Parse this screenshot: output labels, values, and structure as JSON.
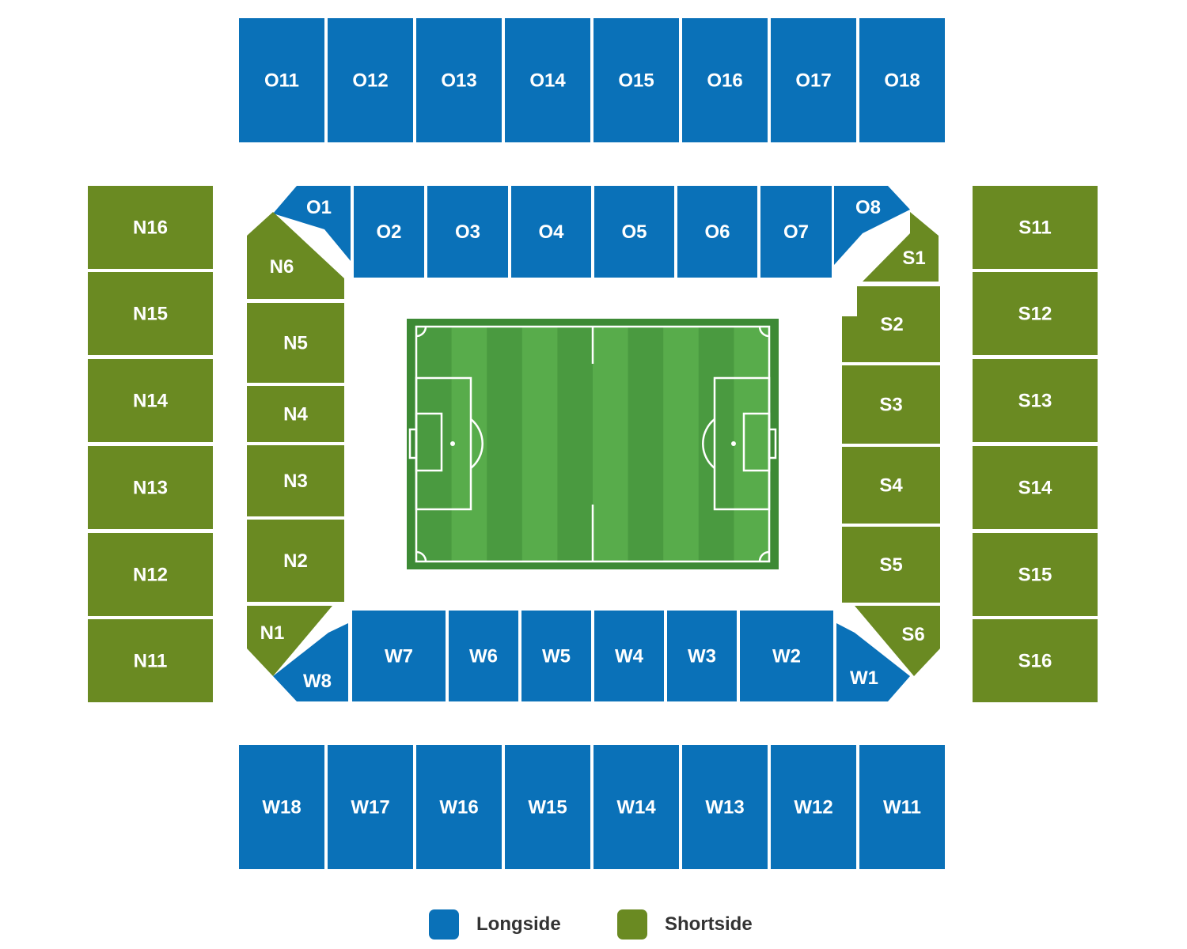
{
  "colors": {
    "longside": "#0a71b8",
    "shortside": "#6a8a22",
    "pitch_dark": "#4a9a40",
    "pitch_light": "#58ac4b",
    "pitch_border": "#3d8a35",
    "pitch_lines": "#ffffff"
  },
  "legend": [
    {
      "label": "Longside",
      "category": "longside"
    },
    {
      "label": "Shortside",
      "category": "shortside"
    }
  ],
  "sections": {
    "top_outer": [
      "O11",
      "O12",
      "O13",
      "O14",
      "O15",
      "O16",
      "O17",
      "O18"
    ],
    "top_inner": [
      "O1",
      "O2",
      "O3",
      "O4",
      "O5",
      "O6",
      "O7",
      "O8"
    ],
    "bottom_outer": [
      "W18",
      "W17",
      "W16",
      "W15",
      "W14",
      "W13",
      "W12",
      "W11"
    ],
    "bottom_inner": [
      "W8",
      "W7",
      "W6",
      "W5",
      "W4",
      "W3",
      "W2",
      "W1"
    ],
    "left_outer": [
      "N16",
      "N15",
      "N14",
      "N13",
      "N12",
      "N11"
    ],
    "left_inner": [
      "N6",
      "N5",
      "N4",
      "N3",
      "N2",
      "N1"
    ],
    "right_outer": [
      "S11",
      "S12",
      "S13",
      "S14",
      "S15",
      "S16"
    ],
    "right_inner": [
      "S1",
      "S2",
      "S3",
      "S4",
      "S5",
      "S6"
    ]
  }
}
